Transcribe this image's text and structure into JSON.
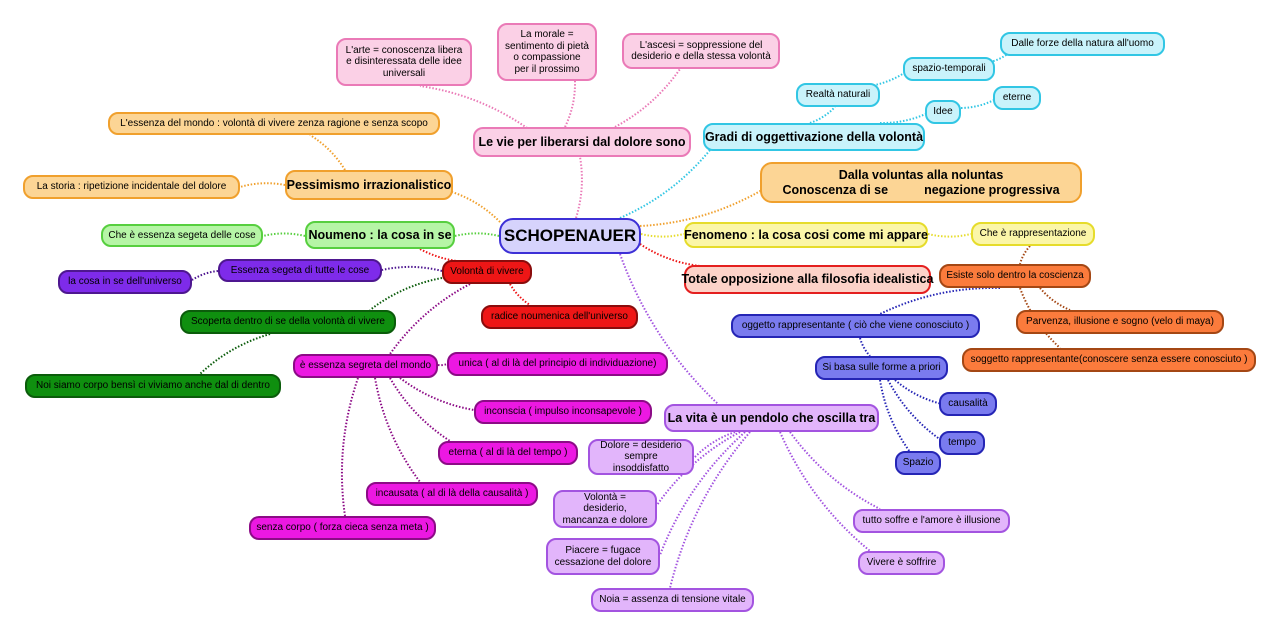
{
  "colors": {
    "cyan": "#31c6e4",
    "pink": "#ea7ab7",
    "orange": "#f0a02d",
    "green": "#57cf3f",
    "dark_green": "#0b5c0b",
    "violet": "#4e1790",
    "red": "#ee1616",
    "yellow": "#e6dc2b",
    "deep_orange": "#a44714",
    "blue": "#2525b5",
    "magenta": "#8c0b86",
    "lilac": "#a354e0",
    "center": "#3d30d6"
  },
  "nodes": {
    "center": "SCHOPENAUER",
    "arte": "L'arte = conoscenza libera e disinteressata delle idee universali",
    "morale": "La morale = sentimento di pietà o compassione per il prossimo",
    "ascesi": "L'ascesi = soppressione del desiderio e della stessa volontà",
    "vie": "Le vie per liberarsi dal dolore sono",
    "essenza_mondo": "L'essenza del mondo :  volontà di vivere zenza ragione e senza scopo",
    "pessimismo": "Pessimismo irrazionalistico",
    "storia": "La storia : ripetizione incidentale del dolore",
    "noumeno": "Noumeno : la cosa in se",
    "che_essenza": "Che è essenza segeta delle cose",
    "essenza_segeta": "Essenza segeta di tutte le cose",
    "cosa_in_se": "la cosa in se dell'universo",
    "volonta_vivere": "Volontà di vivere",
    "radice": "radice noumenica dell'universo",
    "scoperta": "Scoperta dentro di se della volontà di vivere",
    "corpo": "Noi siamo corpo bensì ci viviamo anche dal di dentro",
    "essenza_segreta": "è essenza segreta del mondo",
    "unica": "unica ( al di là del principio di individuazione)",
    "inconscia": "inconscia ( impulso inconsapevole )",
    "eterna": "eterna ( al di là del tempo )",
    "incausata": "incausata ( al di là della causalità )",
    "senza_corpo": "senza corpo ( forza cieca senza meta )",
    "dalle_forze": "Dalle forze della natura all'uomo",
    "spazio_temporali": "spazio-temporali",
    "realta_naturali": "Realtà naturali",
    "idee": "Idee",
    "eterne": "eterne",
    "gradi": "Gradi di oggettivazione della volontà",
    "dalla_voluntas_1": "Dalla voluntas alla noluntas",
    "dalla_voluntas_2a": "Conoscenza di se",
    "dalla_voluntas_2b": "negazione progressiva",
    "fenomeno": "Fenomeno : la cosa cosi come mi appare",
    "che_rappresentazione": "Che è rappresentazione",
    "totale": "Totale opposizione alla filosofia idealistica",
    "esiste": "Esiste solo dentro la coscienza",
    "oggetto": "oggetto rappresentante ( ciò che viene conosciuto )",
    "parvenza": "Parvenza, illusione e sogno (velo di maya)",
    "soggetto": "soggetto rappresentante(conoscere senza essere  conosciuto )",
    "si_basa": "Si basa sulle forme a priori",
    "causalita": "causalità",
    "tempo": "tempo",
    "spazio": "Spazio",
    "pendolo": "La vita è un pendolo che oscilla tra",
    "dolore": "Dolore = desiderio sempre insoddisfatto",
    "volonta_desiderio": "Volontà = desiderio, mancanza e dolore",
    "piacere": "Piacere = fugace cessazione del dolore",
    "noia": "Noia = assenza di tensione vitale",
    "tutto_soffre": "tutto soffre e l'amore è illusione",
    "vivere_soffrire": "Vivere è soffrire"
  }
}
